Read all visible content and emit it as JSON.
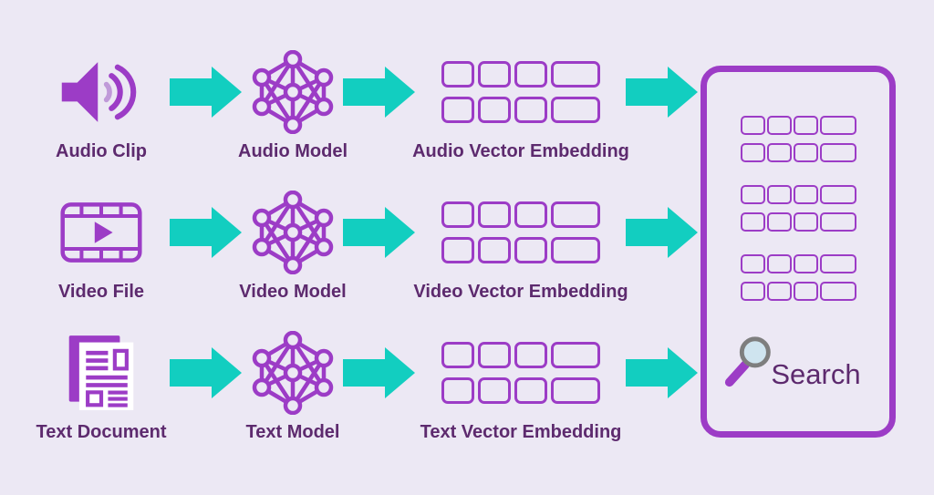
{
  "colors": {
    "background": "#ECE8F4",
    "purple": "#9C3CC6",
    "purple_dark": "#5D2A6E",
    "teal": "#12CEC0",
    "wave_light": "#C09AD9",
    "lens_fill": "#CFE4EF",
    "lens_ring": "#7E7E7E",
    "page": "#FFFFFF"
  },
  "rows": [
    {
      "source_label": "Audio Clip",
      "source_icon": "speaker-icon",
      "model_label": "Audio Model",
      "model_icon": "neural-network-icon",
      "embedding_label": "Audio Vector Embedding"
    },
    {
      "source_label": "Video File",
      "source_icon": "video-file-icon",
      "model_label": "Video Model",
      "model_icon": "neural-network-icon",
      "embedding_label": "Video Vector Embedding"
    },
    {
      "source_label": "Text Document",
      "source_icon": "text-document-icon",
      "model_label": "Text Model",
      "model_icon": "neural-network-icon",
      "embedding_label": "Text Vector Embedding"
    }
  ],
  "embedding": {
    "cells_per_row": 4,
    "rows_per_group": 2
  },
  "arrow_icon": "arrow-right-icon",
  "database": {
    "embedding_groups": 3,
    "search_label": "Search",
    "search_icon": "magnifier-icon"
  }
}
